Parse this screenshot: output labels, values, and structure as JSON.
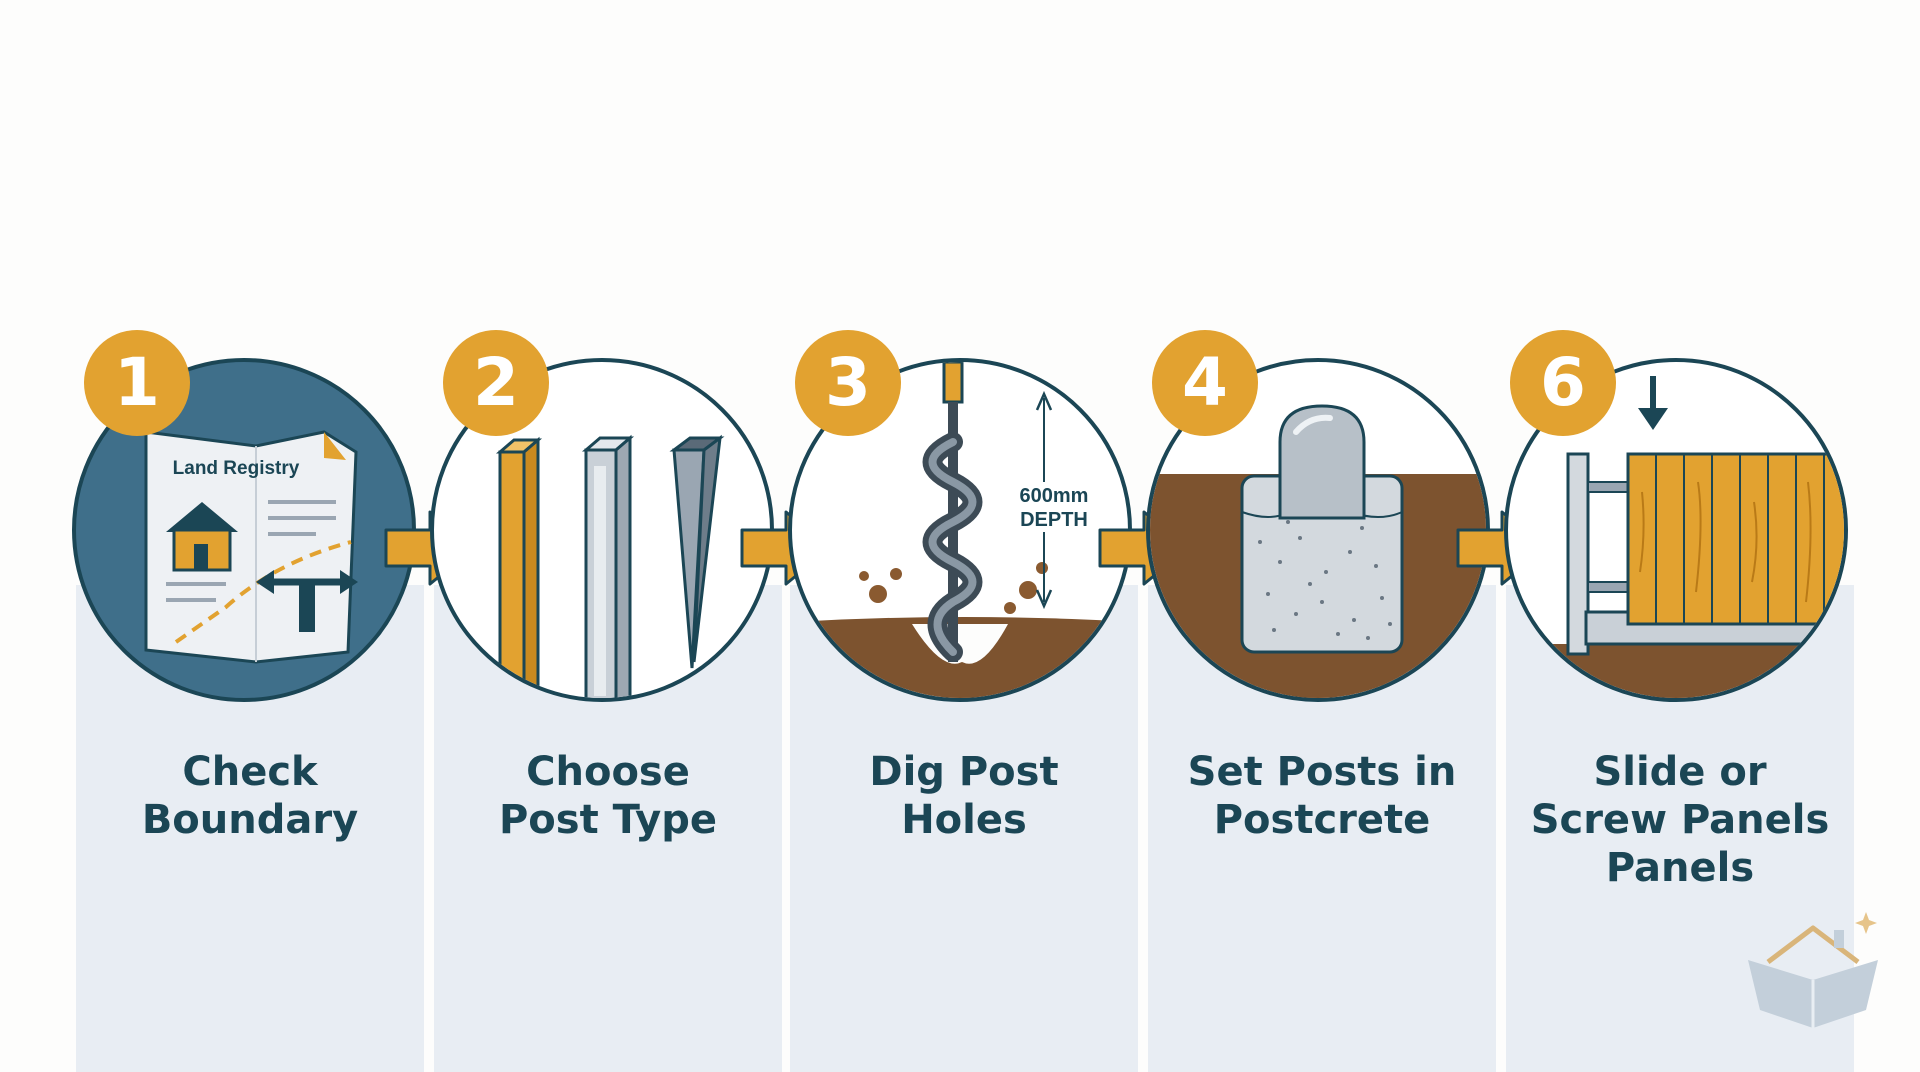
{
  "steps": [
    {
      "number": "1",
      "line1": "Check",
      "line2": "Boundary",
      "line3": "",
      "doc_label": "Land Registry"
    },
    {
      "number": "2",
      "line1": "Choose",
      "line2": "Post Type",
      "line3": ""
    },
    {
      "number": "3",
      "line1": "Dig Post",
      "line2": "Holes",
      "line3": "",
      "depth_value": "600mm",
      "depth_word": "DEPTH"
    },
    {
      "number": "4",
      "line1": "Set Posts in",
      "line2": "Postcrete",
      "line3": ""
    },
    {
      "number": "6",
      "line1": "Slide or",
      "line2": "Screw Panels",
      "line3": "Panels"
    }
  ],
  "colors": {
    "navy": "#1b4655",
    "orange": "#e2a230",
    "column": "#e8edf3",
    "soil": "#7d532f"
  }
}
